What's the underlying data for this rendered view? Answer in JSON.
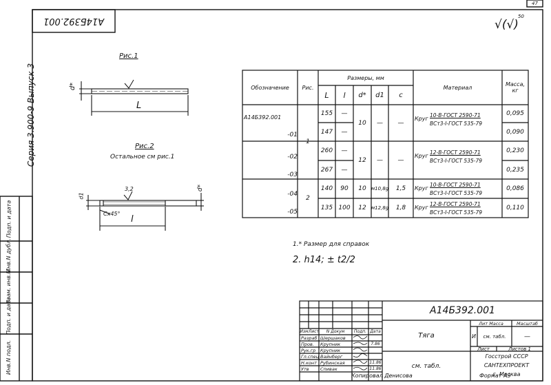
{
  "sheet_number": "47",
  "top_code": "А14Б392.001",
  "roughness": {
    "value": "50",
    "symbol": "√(√)"
  },
  "series_label": "Серия 3.900-9 Выпуск 3",
  "fig1": {
    "title": "Рис.1",
    "d_label": "d*",
    "L_label": "L"
  },
  "fig2": {
    "title": "Рис.2",
    "note": "Остальное см рис.1",
    "l_label": "l",
    "chamfer": "Cx45°",
    "roughness": "3,2",
    "d_label": "d*",
    "d1_label": "d1"
  },
  "table": {
    "headers": {
      "designation": "Обозначение",
      "fig": "Рис.",
      "dims": "Размеры, мм",
      "L": "L",
      "l": "l",
      "d": "d*",
      "d1": "d1",
      "c": "c",
      "material": "Материал",
      "mass": "Масса, кг"
    },
    "rows": [
      {
        "designation": "А14Б392.001",
        "L": "155",
        "l": "—",
        "mass": "0,095"
      },
      {
        "designation": "-01",
        "L": "147",
        "l": "—",
        "mass": "0,090"
      },
      {
        "designation": "-02",
        "L": "260",
        "l": "—",
        "mass": "0,230"
      },
      {
        "designation": "-03",
        "L": "267",
        "l": "—",
        "mass": "0,235"
      },
      {
        "designation": "-04",
        "L": "140",
        "l": "90",
        "d": "10",
        "d1": "м10,8g",
        "c": "1,5",
        "mass": "0,086"
      },
      {
        "designation": "-05",
        "L": "135",
        "l": "100",
        "d": "12",
        "d1": "м12,8g",
        "c": "1,8",
        "mass": "0,110"
      }
    ],
    "fig_groups": [
      "1",
      "2"
    ],
    "merged": {
      "d_a": "10",
      "d1_a": "—",
      "c_a": "—",
      "d_b": "12",
      "d1_b": "—",
      "c_b": "—"
    },
    "materials": [
      {
        "prefix": "Круг",
        "top": "10-В-ГОСТ 2590-71",
        "bottom": "ВСт3-I-ГОСТ 535-79"
      },
      {
        "prefix": "Круг",
        "top": "12-В-ГОСТ 2590-71",
        "bottom": "ВСт3-I-ГОСТ 535-79"
      },
      {
        "prefix": "Круг",
        "top": "10-В-ГОСТ 2590-71",
        "bottom": "ВСт3-I-ГОСТ 535-79"
      },
      {
        "prefix": "Круг",
        "top": "12-В-ГОСТ 2590-71",
        "bottom": "ВСт3-I-ГОСТ 535-79"
      }
    ]
  },
  "notes": [
    "1.* Размер для справок",
    "2. h14; ± t2/2"
  ],
  "title_block": {
    "code": "А14Б392.001",
    "name": "Тяга",
    "material": "см. табл.",
    "lit": "Лит",
    "mass": "Масса",
    "scale": "Масштаб",
    "lit_val": "И",
    "mass_val": "см. табл.",
    "scale_val": "—",
    "sheet": "Лист",
    "sheets": "Листов 1",
    "org1": "Госстрой СССР",
    "org2": "САНТЕХПРОЕКТ",
    "org3": "г. Москва",
    "col_headers": [
      "Изм",
      "Лист",
      "N Докум",
      "Подп.",
      "Дата"
    ],
    "roles": [
      {
        "role": "Разраб",
        "name": "Шершаков"
      },
      {
        "role": "Пров.",
        "name": "Крупник"
      },
      {
        "role": "Рук.гр",
        "name": "Крупник"
      },
      {
        "role": "Гл.спец",
        "name": "Вайнберг"
      },
      {
        "role": "Н.конт",
        "name": "Рубинская"
      },
      {
        "role": "Утв",
        "name": "Спивак"
      }
    ],
    "dates": [
      "",
      "7.86",
      "",
      "",
      "11.86",
      "11.86"
    ]
  },
  "copied_by": "Копировал Денисова",
  "format": "Формат А3",
  "left_strip": [
    "Инв.N подл.",
    "Подп. и дата",
    "Взам. инв.N",
    "Инв.N дубл.",
    "Подп. и дата"
  ]
}
